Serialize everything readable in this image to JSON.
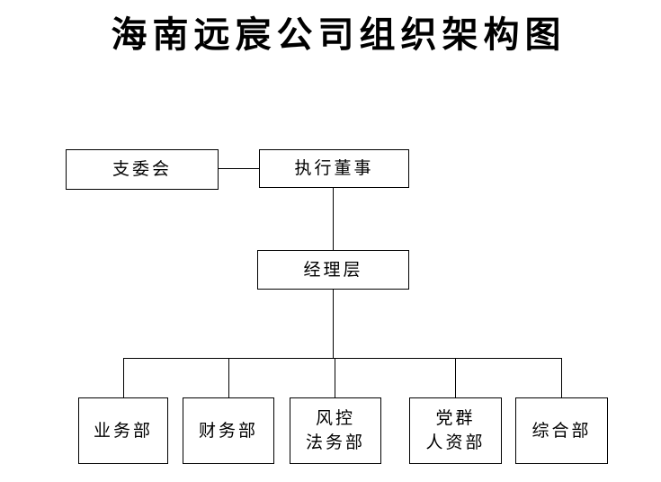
{
  "page": {
    "title": "海南远宸公司组织架构图"
  },
  "org_chart": {
    "committee_label": "支委会",
    "executive_director_label": "执行董事",
    "management_label": "经理层",
    "departments": [
      {
        "label": "业务部",
        "lines": [
          "业务部"
        ]
      },
      {
        "label": "财务部",
        "lines": [
          "财务部"
        ]
      },
      {
        "label": "风控法务部",
        "lines": [
          "风控",
          "法务部"
        ]
      },
      {
        "label": "党群人资部",
        "lines": [
          "党群",
          "人资部"
        ]
      },
      {
        "label": "综合部",
        "lines": [
          "综合部"
        ]
      }
    ],
    "colors": {
      "line": "#000000",
      "box_border": "#000000",
      "box_fill": "#ffffff",
      "text": "#000000",
      "background": "#ffffff"
    }
  }
}
